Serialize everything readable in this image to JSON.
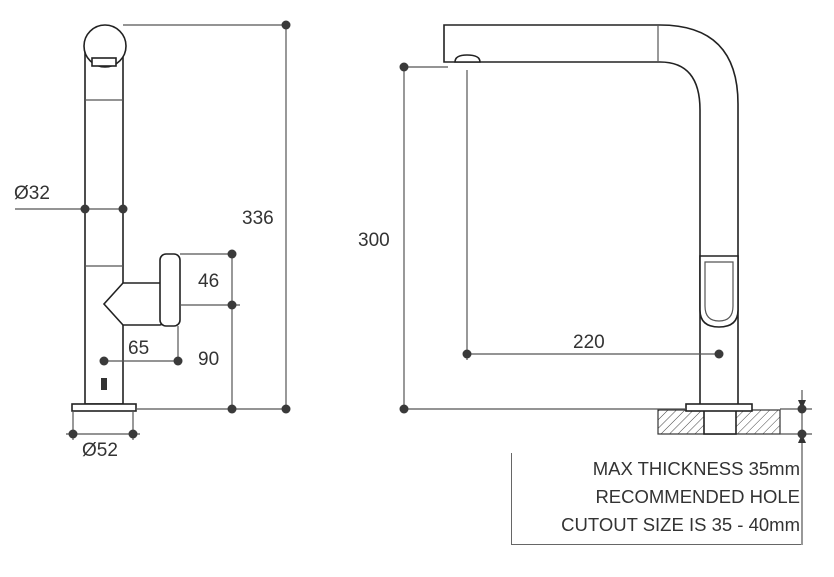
{
  "dimensions": {
    "diameter_spout": "Ø32",
    "height_total": "336",
    "lever_height": "46",
    "lever_base": "90",
    "lever_reach": "65",
    "base_diameter": "Ø52",
    "spout_height": "300",
    "spout_reach": "220"
  },
  "notes": [
    "MAX THICKNESS 35mm",
    "RECOMMENDED HOLE",
    "CUTOUT SIZE IS 35 - 40mm"
  ]
}
